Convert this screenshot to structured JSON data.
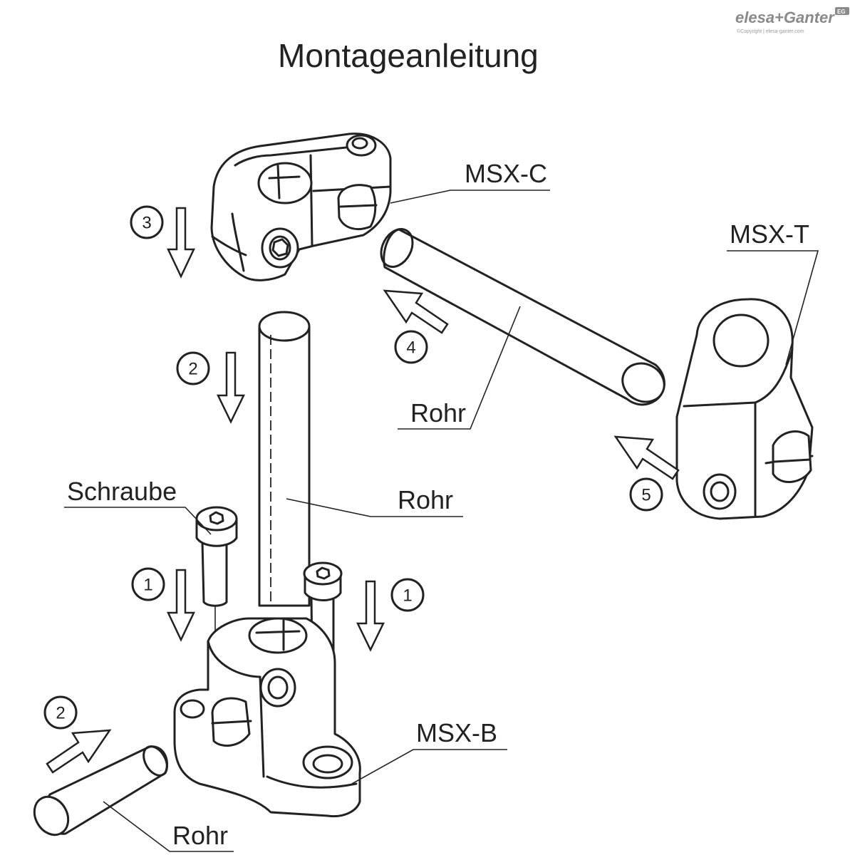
{
  "title": "Montageanleitung",
  "logo": {
    "brand": "elesa+Ganter",
    "copyright": "©Copyright | elesa-ganter.com",
    "badge": "EG"
  },
  "labels": {
    "msx_c": "MSX-C",
    "msx_t": "MSX-T",
    "msx_b": "MSX-B",
    "schraube": "Schraube",
    "rohr_top": "Rohr",
    "rohr_mid": "Rohr",
    "rohr_bottom": "Rohr"
  },
  "steps": {
    "s3": "3",
    "s4": "4",
    "s2_top": "2",
    "s5": "5",
    "s1_left": "1",
    "s1_right": "1",
    "s2_bottom": "2"
  }
}
